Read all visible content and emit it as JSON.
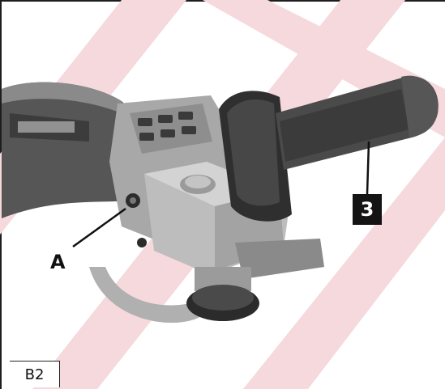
{
  "labels": {
    "a": "A",
    "handle": "3"
  },
  "figure_id": "B2",
  "colors": {
    "watermark": "#f5d9dc",
    "body_dark": "#565656",
    "housing_gray": "#a8a8a8",
    "handle_dark": "#4a4a4a",
    "label_box": "#141414"
  }
}
